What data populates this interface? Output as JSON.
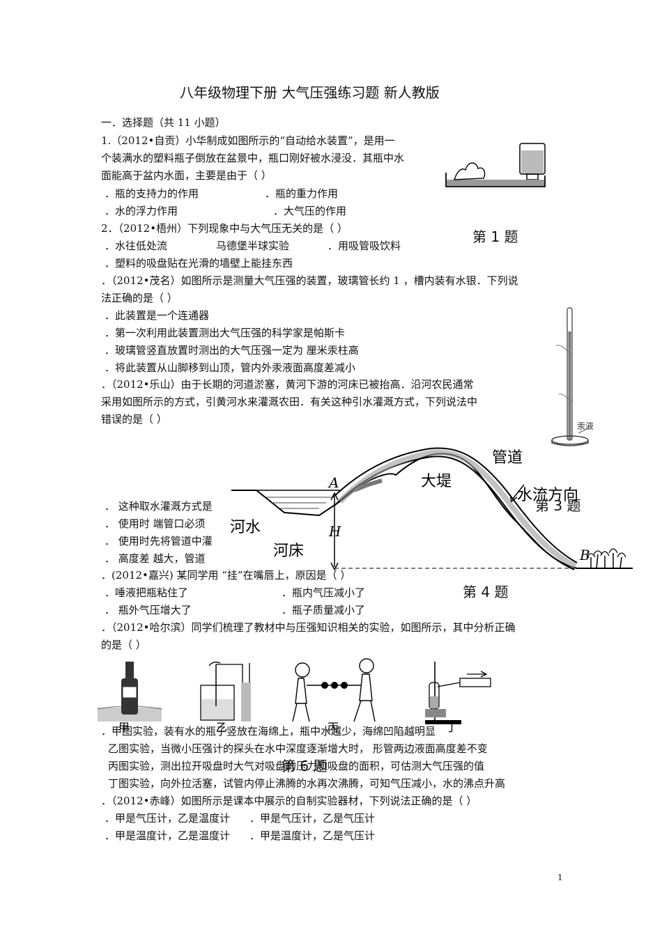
{
  "title": "八年级物理下册  大气压强练习题  新人教版",
  "section": "一．选择题（共 11 小题）",
  "q1": {
    "line1": "1.（2012•自贡）小华制成如图所示的“自动给水装置”，是用一",
    "line2": "个装满水的塑料瓶子倒放在盆景中，瓶口刚好被水浸没．其瓶中水",
    "line3": "面能高于盆内水面，主要是由于（        ）",
    "opt1a": "．瓶的支持力的作用",
    "opt1b": "．瓶的重力作用",
    "opt2a": "．水的浮力作用",
    "opt2b": "．大气压的作用",
    "caption": "第 1 题"
  },
  "q2": {
    "line1": "2．（2012•梧州）下列现象中与大气压无关的是（        ）",
    "opt_a": "．水往低处流",
    "opt_b": "马德堡半球实验",
    "opt_c": "．用吸管吸饮料",
    "opt_d": "．塑料的吸盘贴在光滑的墙壁上能挂东西"
  },
  "q3": {
    "line1": "．（2012•茂名）如图所示是测量大气压强的装置，玻璃管长约 1  ，槽内装有水银．下列说",
    "line2": "法正确的是（        ）",
    "opt_a": "．此装置是一个连通器",
    "opt_b": "．第一次利用此装置测出大气压强的科学家是帕斯卡",
    "opt_c": "．玻璃管竖直放置时测出的大气压强一定为      厘米汞柱高",
    "opt_d": "．将此装置从山脚移到山顶，管内外汞液面高度差减小",
    "fig_label": "汞液",
    "caption": "第 3 题"
  },
  "q4": {
    "line1": "．（2012•乐山）由于长期的河道淤塞，黄河下游的河床已被抬高．沿河农民通常",
    "line2": "采用如图所示的方式，引黄河水来灌溉农田．有关这种引水灌溉方式，下列说法中",
    "line3": "错误的是（        ）",
    "opt_a": "．   这种取水灌溉方式是",
    "opt_b": "．   使用时    端管口必须",
    "opt_c": "．   使用时先将管道中灌",
    "opt_d": "．   高度差    越大，管道",
    "fig_pipe": "管道",
    "fig_dike": "大堤",
    "fig_flow": "水流方向",
    "fig_river": "河水",
    "fig_bed": "河床",
    "fig_A": "A",
    "fig_H": "H",
    "fig_B": "B",
    "caption": "第 4 题"
  },
  "q5": {
    "line1": "．(2012•嘉兴) 某同学用        “挂”在嘴唇上，原因是（        ）",
    "opt_a": "．唾液把瓶粘住了",
    "opt_b": "．瓶内气压减小了",
    "opt_c": "．   瓶外气压增大了",
    "opt_d": "．瓶子质量减小了"
  },
  "q6": {
    "line1": "．（2012•哈尔滨）同学们梳理了教材中与压强知识相关的实验，如图所示，其中分析正确",
    "line2": "的是（        ）",
    "opt_a": "．甲图实验，装有水的瓶子竖放在海绵上，瓶中水越少，海绵凹陷越明显",
    "opt_b": "乙图实验，当微小压强计的探头在水中深度逐渐增大时，    形管两边液面高度差不变",
    "opt_c": "丙图实验，测出拉开吸盘时大气对吸盘的压力和吸盘的面积，可估测大气压强的值",
    "opt_d": "丁图实验，向外拉活塞，试管内停止沸腾的水再次沸腾，可知气压减小，水的沸点升高",
    "fig_jia": "甲",
    "fig_yi": "乙",
    "fig_bing": "丙",
    "fig_ding": "丁",
    "caption": "第 6 题"
  },
  "q7": {
    "line1": "．（2012•赤峰）如图所示是课本中展示的自制实验器材，下列说法正确的是（        ）",
    "opt_a": "．甲是气压计，乙是温度计",
    "opt_b": "．甲是气压计，乙是气压计",
    "opt_c": "．甲是温度计，乙是温度计",
    "opt_d": "．甲是温度计，乙是气压计"
  },
  "page_number": "1"
}
